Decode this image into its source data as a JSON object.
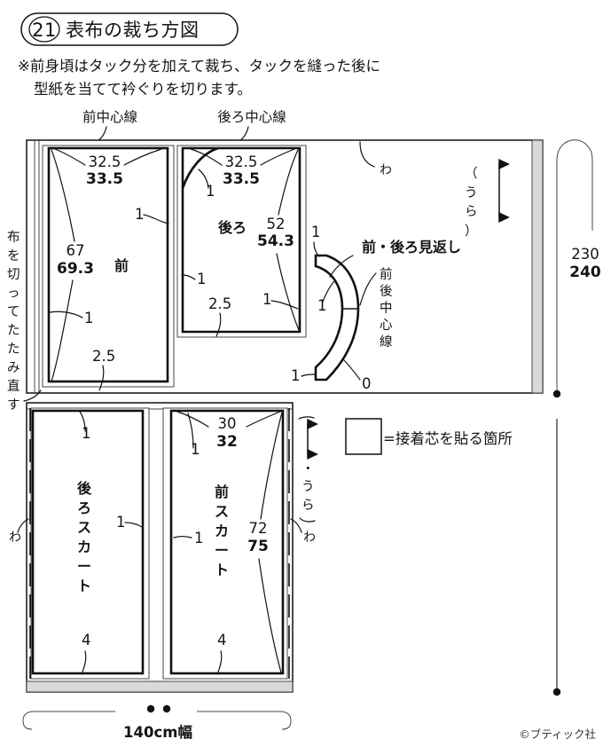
{
  "header": {
    "badge_number": "21",
    "title": "表布の裁ち方図",
    "note_line1": "※前身頃はタック分を加えて裁ち、タックを縫った後に",
    "note_line2": "型紙を当てて衿ぐりを切ります。"
  },
  "top_labels": {
    "front_center": "前中心線",
    "back_center": "後ろ中心線"
  },
  "side_label": {
    "left_vertical": "布を切ってたたみ直す"
  },
  "pieces": {
    "front_bodice": {
      "name": "前",
      "width_small": "32.5",
      "width_large": "33.5",
      "length_small": "67",
      "length_large": "69.3",
      "seam_side": "1",
      "seam_shoulder": "1",
      "seam_hem": "2.5"
    },
    "back_bodice": {
      "name": "後ろ",
      "width_small": "32.5",
      "width_large": "33.5",
      "length_small": "52",
      "length_large": "54.3",
      "seam_neck": "1",
      "seam_left": "1",
      "seam_right": "1",
      "seam_hem": "2.5"
    },
    "facing": {
      "name": "前・後ろ見返し",
      "center_line_label": "前後中心線",
      "seam_top": "1",
      "seam_inner": "1",
      "seam_side": "1",
      "seam_bottom": "0"
    },
    "back_skirt": {
      "name": "後ろスカート",
      "seam_top": "1",
      "seam_side": "1",
      "seam_hem": "4",
      "fold_mark": "わ"
    },
    "front_skirt": {
      "name": "前スカート",
      "width_small": "30",
      "width_large": "32",
      "length_small": "72",
      "length_large": "75",
      "seam_top": "1",
      "seam_side": "1",
      "seam_hem": "4",
      "fold_mark": "わ"
    }
  },
  "fabric": {
    "fold_mark_top": "わ",
    "grain_label_top": "（うら）",
    "grain_label_bottom": "（うら）",
    "total_length_small": "230",
    "total_length_large": "240",
    "width_label": "140cm幅"
  },
  "legend": {
    "equals_text": "=接着芯を貼る箇所"
  },
  "footer": {
    "copyright": "©ブティック社"
  }
}
